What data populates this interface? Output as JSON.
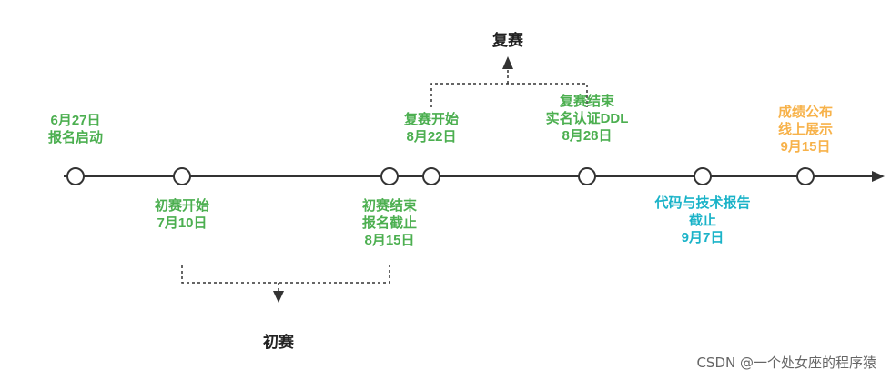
{
  "colors": {
    "green": "#4caf50",
    "teal": "#1ab3c8",
    "orange": "#f7b24a",
    "dark": "#222222",
    "watermark": "#666666"
  },
  "milestones": [
    {
      "lines": [
        "6月27日",
        "报名启动"
      ],
      "color": "green"
    },
    {
      "lines": [
        "初赛开始",
        "7月10日"
      ],
      "color": "green"
    },
    {
      "lines": [
        "初赛结束",
        "报名截止",
        "8月15日"
      ],
      "color": "green"
    },
    {
      "lines": [
        "复赛开始",
        "8月22日"
      ],
      "color": "green"
    },
    {
      "lines": [
        "复赛结束",
        "实名认证DDL",
        "8月28日"
      ],
      "color": "green"
    },
    {
      "lines": [
        "代码与技术报告",
        "截止",
        "9月7日"
      ],
      "color": "teal"
    },
    {
      "lines": [
        "成绩公布",
        "线上展示",
        "9月15日"
      ],
      "color": "orange"
    }
  ],
  "stages": {
    "preliminary": "初赛",
    "final": "复赛"
  },
  "watermark": "CSDN @一个处女座的程序猿"
}
